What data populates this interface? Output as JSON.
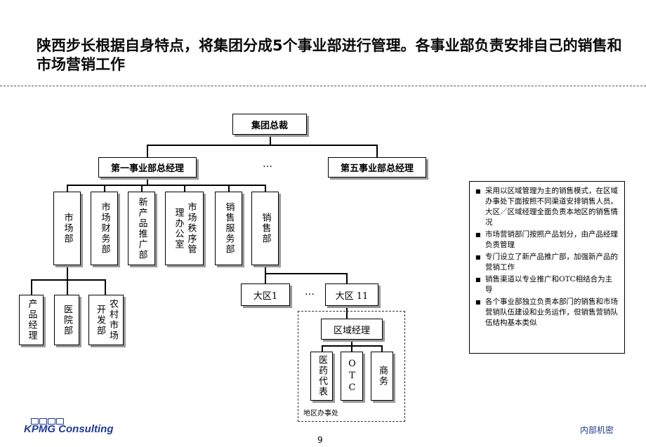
{
  "title": "陕西步长根据自身特点，将集团分成5个事业部进行管理。各事业部负责安排自己的销售和市场营销工作",
  "org": {
    "ceo": "集团总裁",
    "div1": "第一事业部总经理",
    "div5": "第五事业部总经理",
    "ellipsis": "…",
    "departments": [
      "市场部",
      "市场财务部",
      "新产品推广部",
      "市场秩序管理办公室",
      "销售服务部",
      "销售部"
    ],
    "market_subs": [
      "产品经理",
      "医院部",
      "农村市场开发部"
    ],
    "region1": "大区1",
    "region11": "大区 11",
    "regional_manager": "区域经理",
    "channels": [
      "医药代表",
      "OTC",
      "商务"
    ],
    "office_label": "地区办事处"
  },
  "notes": [
    "采用以区域管理为主的销售模式，在区域办事处下面按照不同渠道安排销售人员。大区／区域经理全面负责本地区的销售情况",
    "市场营销部门按照产品划分，由产品经理负责管理",
    "专门设立了新产品推广部，加强新产品的营销工作",
    "销售渠道以专业推广和OTC相结合为主导",
    "各个事业部独立负责本部门的销售和市场营销队伍建设和业务运作，但销售营销队伍结构基本类似"
  ],
  "footer": {
    "logo": "KPMG Consulting",
    "page": "9",
    "confidential": "内部机密"
  },
  "colors": {
    "logo": "#1f3a93"
  }
}
